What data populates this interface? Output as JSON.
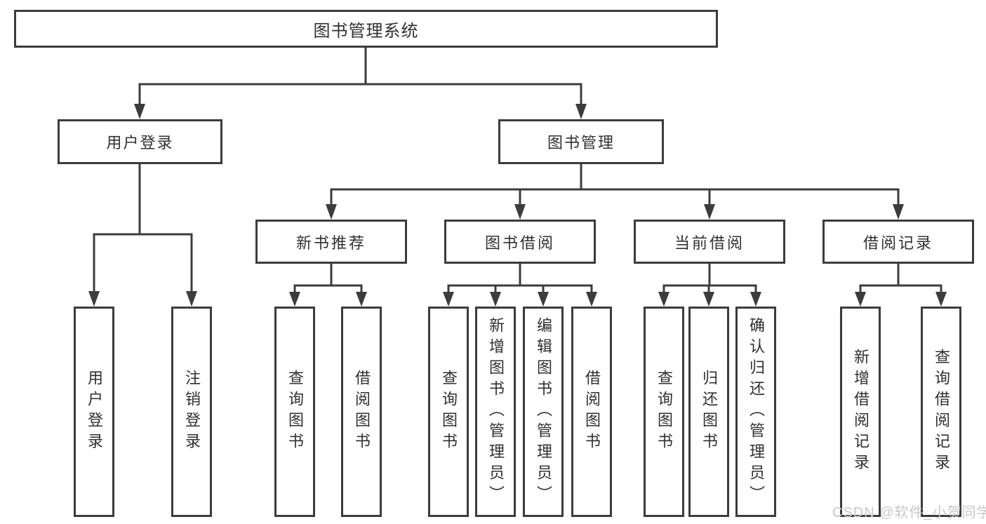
{
  "diagram": {
    "root": {
      "label": "图书管理系统"
    },
    "branches": [
      {
        "label": "用户登录",
        "children": [
          {
            "label": "用户登录"
          },
          {
            "label": "注销登录"
          }
        ]
      },
      {
        "label": "图书管理",
        "children": [
          {
            "label": "新书推荐",
            "children": [
              {
                "label": "查询图书"
              },
              {
                "label": "借阅图书"
              }
            ]
          },
          {
            "label": "图书借阅",
            "children": [
              {
                "label": "查询图书"
              },
              {
                "label": "新增图书（管理员）"
              },
              {
                "label": "编辑图书（管理员）"
              },
              {
                "label": "借阅图书"
              }
            ]
          },
          {
            "label": "当前借阅",
            "children": [
              {
                "label": "查询图书"
              },
              {
                "label": "归还图书"
              },
              {
                "label": "确认归还（管理员）"
              }
            ]
          },
          {
            "label": "借阅记录",
            "children": [
              {
                "label": "新增借阅记录"
              },
              {
                "label": "查询借阅记录"
              }
            ]
          }
        ]
      }
    ]
  },
  "watermark": "CSDN @软件_小贺同学",
  "colors": {
    "line": "#3c3c3c",
    "text": "#303030",
    "watermark": "#c8c8c8",
    "background": "#ffffff"
  }
}
